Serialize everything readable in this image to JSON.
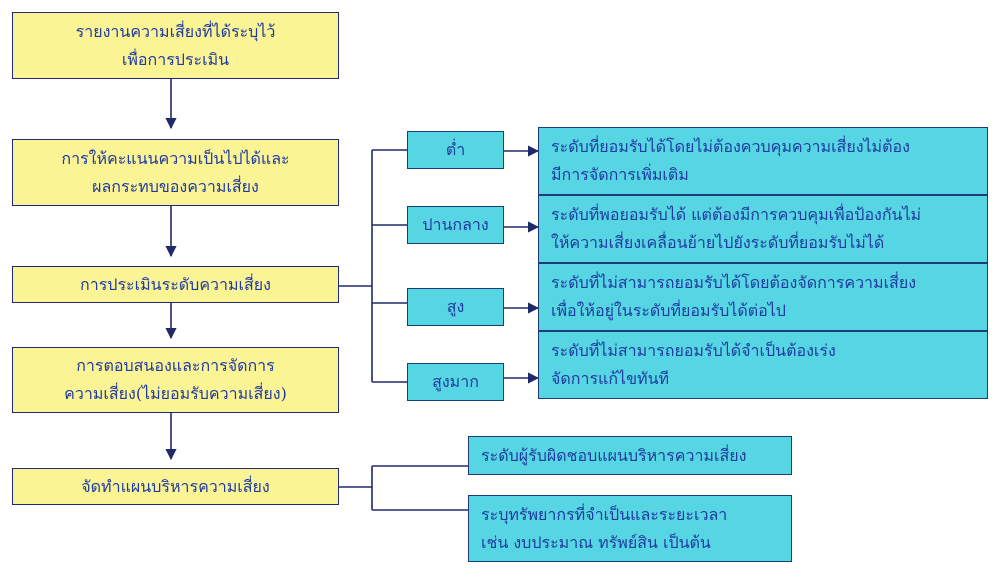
{
  "flow_steps": [
    {
      "text": "รายงานความเสี่ยงที่ได้ระบุไว้\nเพื่อการประเมิน"
    },
    {
      "text": "การให้คะแนนความเป็นไปได้และ\nผลกระทบของความเสี่ยง"
    },
    {
      "text": "การประเมินระดับความเสี่ยง"
    },
    {
      "text": "การตอบสนองและการจัดการ\nความเสี่ยง(ไม่ยอมรับความเสี่ยง)"
    },
    {
      "text": "จัดทำแผนบริหารความเสี่ยง"
    }
  ],
  "risk_levels": [
    {
      "label": "ต่ำ",
      "description": "ระดับที่ยอมรับได้โดยไม่ต้องควบคุมความเสี่ยงไม่ต้อง\nมีการจัดการเพิ่มเติม"
    },
    {
      "label": "ปานกลาง",
      "description": "ระดับที่พอยอมรับได้ แต่ต้องมีการควบคุมเพื่อป้องกันไม่\nให้ความเสี่ยงเคลื่อนย้ายไปยังระดับที่ยอมรับไม่ได้"
    },
    {
      "label": "สูง",
      "description": "ระดับที่ไม่สามารถยอมรับได้โดยต้องจัดการความเสี่ยง\nเพื่อให้อยู่ในระดับที่ยอมรับได้ต่อไป"
    },
    {
      "label": "สูงมาก",
      "description": "ระดับที่ไม่สามารถยอมรับได้จำเป็นต้องเร่ง\nจัดการแก้ไขทันที"
    }
  ],
  "plan_details": [
    {
      "text": "ระดับผู้รับผิดชอบแผนบริหารความเสี่ยง"
    },
    {
      "text": "ระบุทรัพยากรที่จำเป็นและระยะเวลา\nเช่น งบประมาณ ทรัพย์สิน เป็นต้น"
    }
  ],
  "colors": {
    "flow_fill": "#fbf495",
    "level_fill": "#56d6e2",
    "line": "#1f2a6a",
    "text": "#1f3aa0"
  }
}
